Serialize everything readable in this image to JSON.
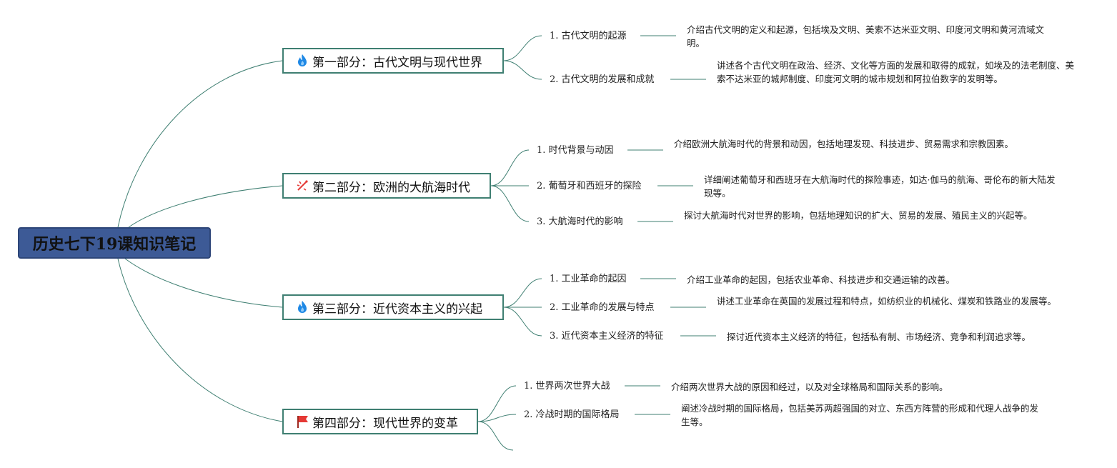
{
  "root": {
    "title": "历史七下19课知识笔记"
  },
  "sections": [
    {
      "title": "第一部分：古代文明与现代世界",
      "icon": "fire-icon",
      "items": [
        {
          "label": "1. 古代文明的起源",
          "desc": "介绍古代文明的定义和起源，包括埃及文明、美索不达米亚文明、印度河文明和黄河流域文明。"
        },
        {
          "label": "2. 古代文明的发展和成就",
          "desc": "讲述各个古代文明在政治、经济、文化等方面的发展和取得的成就，如埃及的法老制度、美索不达米亚的城邦制度、印度河文明的城市规划和阿拉伯数字的发明等。"
        }
      ]
    },
    {
      "title": "第二部分：欧洲的大航海时代",
      "icon": "firework-icon",
      "items": [
        {
          "label": "1. 时代背景与动因",
          "desc": "介绍欧洲大航海时代的背景和动因，包括地理发现、科技进步、贸易需求和宗教因素。"
        },
        {
          "label": "2. 葡萄牙和西班牙的探险",
          "desc": "详细阐述葡萄牙和西班牙在大航海时代的探险事迹，如达·伽马的航海、哥伦布的新大陆发现等。"
        },
        {
          "label": "3. 大航海时代的影响",
          "desc": "探讨大航海时代对世界的影响，包括地理知识的扩大、贸易的发展、殖民主义的兴起等。"
        }
      ]
    },
    {
      "title": "第三部分：近代资本主义的兴起",
      "icon": "fire-icon",
      "items": [
        {
          "label": "1. 工业革命的起因",
          "desc": "介绍工业革命的起因，包括农业革命、科技进步和交通运输的改善。"
        },
        {
          "label": "2. 工业革命的发展与特点",
          "desc": "讲述工业革命在英国的发展过程和特点，如纺织业的机械化、煤炭和铁路业的发展等。"
        },
        {
          "label": "3. 近代资本主义经济的特征",
          "desc": "探讨近代资本主义经济的特征，包括私有制、市场经济、竞争和利润追求等。"
        }
      ]
    },
    {
      "title": "第四部分：现代世界的变革",
      "icon": "red-flag-icon",
      "items": [
        {
          "label": "1. 世界两次世界大战",
          "desc": "介绍两次世界大战的原因和经过，以及对全球格局和国际关系的影响。"
        },
        {
          "label": "2. 冷战时期的国际格局",
          "desc": "阐述冷战时期的国际格局，包括美苏两超强国的对立、东西方阵营的形成和代理人战争的发生等。"
        }
      ]
    }
  ],
  "colors": {
    "root_fill": "#3d5a96",
    "branch_line": "#3f7f72",
    "fire": "#1e88e5",
    "flag": "#e53935",
    "firework": "#e53935"
  }
}
